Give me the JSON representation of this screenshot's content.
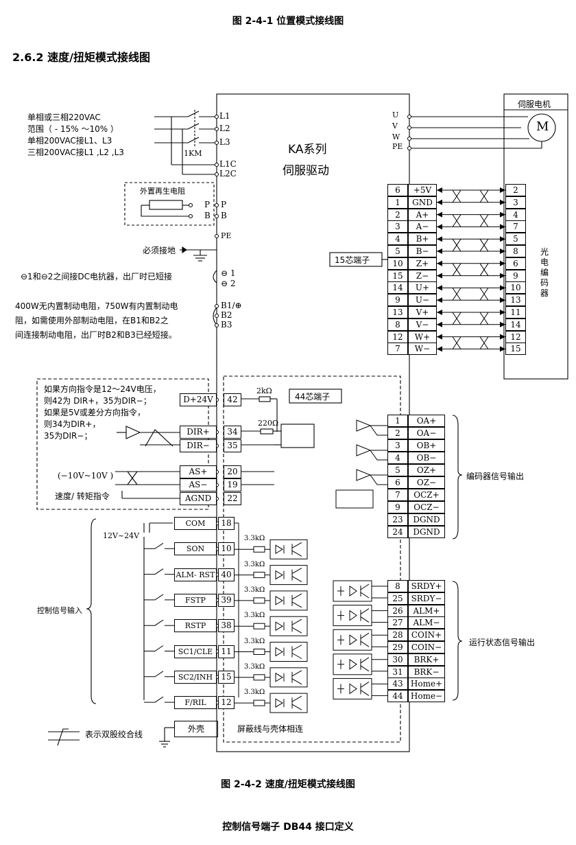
{
  "caption_top": "图 2-4-1  位置模式接线图",
  "section_title": "2.6.2  速度/扭矩模式接线图",
  "caption_bottom": "图 2-4-2 速度/扭矩模式接线图",
  "footer_title": "控制信号端子 DB44 接口定义",
  "driver": {
    "line1": "KA系列",
    "line2": "伺服驱动"
  },
  "motor": {
    "title": "伺服电机",
    "symbol": "M"
  },
  "motor_pins": [
    "U",
    "V",
    "W",
    "PE"
  ],
  "power_notes": [
    "单相或三相220VAC",
    "范围（ - 15% ～10% ）",
    "单相200VAC接L1、L3",
    "三相200VAC接L1  ,L2  ,L3"
  ],
  "power_pins": [
    "L1",
    "L2",
    "L3",
    "L1C",
    "L2C"
  ],
  "contactor": "1KM",
  "regen": {
    "title": "外置再生电阻",
    "pins": [
      "P",
      "B"
    ],
    "pins_ext": [
      "P",
      "B"
    ]
  },
  "ground_note": "必须接地",
  "pe": "PE",
  "dc_note": "⊖1和⊖2之间接DC电抗器，出厂时已短接",
  "dc_pins": [
    "⊖ 1",
    "⊖ 2"
  ],
  "brake_notes": [
    "400W无内置制动电阻，750W有内置制动电",
    "阻，如需使用外部制动电阻，在B1和B2之",
    "间连接制动电阻，出厂时B2和B3已经短接。"
  ],
  "brake_pins": [
    "B1/⊕",
    "B2",
    "B3"
  ],
  "encoder_connector": "15芯端子",
  "encoder_rows": [
    {
      "pin": "6",
      "sig": "+5V",
      "m": "2"
    },
    {
      "pin": "1",
      "sig": "GND",
      "m": "3"
    },
    {
      "pin": "2",
      "sig": "A+",
      "m": "4"
    },
    {
      "pin": "3",
      "sig": "A−",
      "m": "7"
    },
    {
      "pin": "4",
      "sig": "B+",
      "m": "5"
    },
    {
      "pin": "5",
      "sig": "B−",
      "m": "8"
    },
    {
      "pin": "10",
      "sig": "Z+",
      "m": "6"
    },
    {
      "pin": "15",
      "sig": "Z−",
      "m": "9"
    },
    {
      "pin": "14",
      "sig": "U+",
      "m": "10"
    },
    {
      "pin": "9",
      "sig": "U−",
      "m": "13"
    },
    {
      "pin": "13",
      "sig": "V+",
      "m": "11"
    },
    {
      "pin": "8",
      "sig": "V−",
      "m": "14"
    },
    {
      "pin": "12",
      "sig": "W+",
      "m": "12"
    },
    {
      "pin": "7",
      "sig": "W−",
      "m": "15"
    }
  ],
  "encoder_label": "光电编码器",
  "dir_notes": [
    "如果方向指令是12～24V电压，",
    "则42为 DIR+，35为DIR−；",
    "如果是5V或差分方向指令，",
    "则34为DIR+，",
    "35为DIR−；"
  ],
  "connector44": "44芯端子",
  "r2k": "2kΩ",
  "r220": "220Ω",
  "left_terms": [
    {
      "name": "D+24V",
      "pin": "42"
    },
    {
      "name": "DIR+",
      "pin": "34"
    },
    {
      "name": "DIR−",
      "pin": "35"
    },
    {
      "name": "AS+",
      "pin": "20"
    },
    {
      "name": "AS−",
      "pin": "19"
    },
    {
      "name": "AGND",
      "pin": "22"
    }
  ],
  "analog_range": "(−10V~10V )",
  "analog_label": "速度/ 转矩指令",
  "ctrl_terms": [
    {
      "name": "COM",
      "pin": "18"
    },
    {
      "name": "SON",
      "pin": "10"
    },
    {
      "name": "ALM- RST",
      "pin": "40"
    },
    {
      "name": "FSTP",
      "pin": "39"
    },
    {
      "name": "RSTP",
      "pin": "38"
    },
    {
      "name": "SC1/CLE",
      "pin": "11"
    },
    {
      "name": "SC2/INH",
      "pin": "15"
    },
    {
      "name": "F/RIL",
      "pin": "12"
    }
  ],
  "r33": "3.3kΩ",
  "supply": "12V~24V",
  "ctrl_label": "控制信号输入",
  "enc_out": [
    {
      "pin": "1",
      "sig": "OA+"
    },
    {
      "pin": "2",
      "sig": "OA−"
    },
    {
      "pin": "3",
      "sig": "OB+"
    },
    {
      "pin": "4",
      "sig": "OB−"
    },
    {
      "pin": "5",
      "sig": "OZ+"
    },
    {
      "pin": "6",
      "sig": "OZ−"
    },
    {
      "pin": "7",
      "sig": "OCZ+"
    },
    {
      "pin": "9",
      "sig": "OCZ−"
    },
    {
      "pin": "23",
      "sig": "DGND"
    },
    {
      "pin": "24",
      "sig": "DGND"
    }
  ],
  "enc_out_label": "编码器信号输出",
  "status_out": [
    {
      "pin": "8",
      "sig": "SRDY+"
    },
    {
      "pin": "25",
      "sig": "SRDY−"
    },
    {
      "pin": "26",
      "sig": "ALM+"
    },
    {
      "pin": "27",
      "sig": "ALM−"
    },
    {
      "pin": "28",
      "sig": "COIN+"
    },
    {
      "pin": "29",
      "sig": "COIN−"
    },
    {
      "pin": "30",
      "sig": "BRK+"
    },
    {
      "pin": "31",
      "sig": "BRK−"
    },
    {
      "pin": "43",
      "sig": "Home+"
    },
    {
      "pin": "44",
      "sig": "Home−"
    }
  ],
  "status_label": "运行状态信号输出",
  "twisted_legend": "表示双股绞合线",
  "shell": "外壳",
  "shield_note": "屏蔽线与壳体相连"
}
